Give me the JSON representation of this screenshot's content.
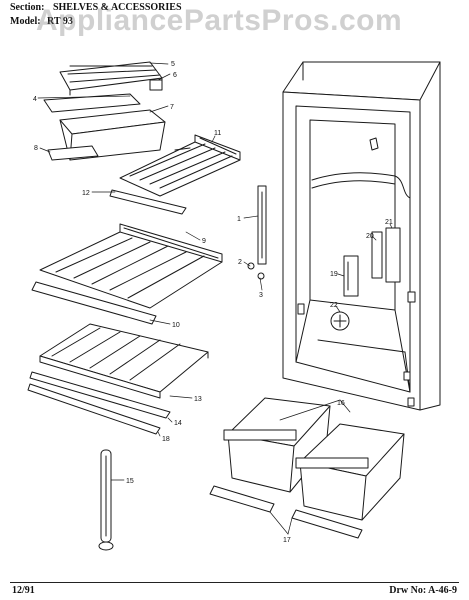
{
  "header": {
    "section_label": "Section:",
    "section_value": "SHELVES & ACCESSORIES",
    "model_label": "Model:",
    "model_value": "RT 93"
  },
  "watermark": "AppliancePartsPros.com",
  "footer": {
    "date": "12/91",
    "drawing_number": "Drw No: A-46-9"
  },
  "callouts": [
    "1",
    "2",
    "3",
    "4",
    "5",
    "6",
    "7",
    "8",
    "9",
    "10",
    "11",
    "12",
    "13",
    "14",
    "15",
    "16",
    "17",
    "18",
    "19",
    "20",
    "21",
    "22"
  ],
  "colors": {
    "line": "#1a1a1a",
    "watermark": "#787878"
  }
}
